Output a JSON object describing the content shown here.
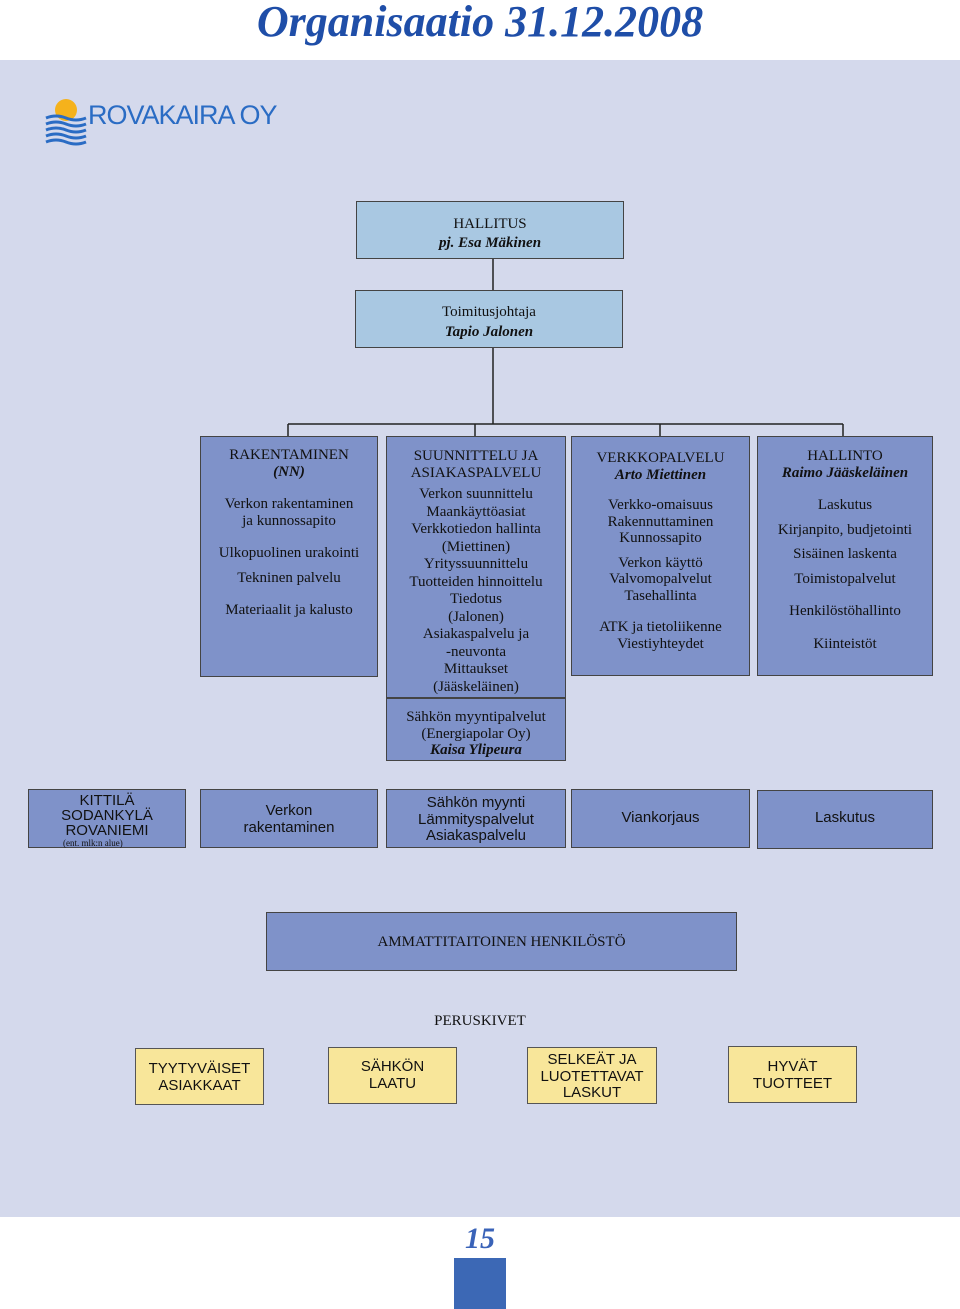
{
  "page_title": "Organisaatio 31.12.2008",
  "logo": {
    "text": "ROVAKAIRA OY"
  },
  "hallitus": {
    "title": "HALLITUS",
    "person": "pj. Esa Mäkinen"
  },
  "toimitusjohtaja": {
    "title": "Toimitusjohtaja",
    "person": "Tapio Jalonen"
  },
  "departments": [
    {
      "title": "RAKENTAMINEN",
      "person": "(NN)",
      "items": [
        "Verkon rakentaminen",
        "ja kunnossapito",
        "",
        "Ulkopuolinen urakointi",
        "",
        "Tekninen palvelu",
        "",
        "Materiaalit ja kalusto"
      ]
    },
    {
      "title": "SUUNNITTELU JA",
      "title2": "ASIAKASPALVELU",
      "person": "",
      "items": [
        "Verkon suunnittelu",
        "Maankäyttöasiat",
        "Verkkotiedon hallinta",
        "(Miettinen)",
        "Yrityssuunnittelu",
        "Tuotteiden hinnoittelu",
        "Tiedotus",
        "(Jalonen)",
        "Asiakaspalvelu ja",
        "-neuvonta",
        "Mittaukset",
        "(Jääskeläinen)"
      ]
    },
    {
      "title": "VERKKOPALVELU",
      "person": "Arto Miettinen",
      "items": [
        "Verkko-omaisuus",
        "Rakennuttaminen",
        "Kunnossapito",
        "",
        "Verkon käyttö",
        "Valvomopalvelut",
        "Tasehallinta",
        "",
        "ATK ja tietoliikenne",
        "Viestiyhteydet"
      ]
    },
    {
      "title": "HALLINTO",
      "person": "Raimo Jääskeläinen",
      "items": [
        "Laskutus",
        "",
        "Kirjanpito, budjetointi",
        "",
        "Sisäinen laskenta",
        "",
        "Toimistopalvelut",
        "",
        "Henkilöstöhallinto",
        "",
        "Kiinteistöt"
      ]
    }
  ],
  "myynti": {
    "line1": "Sähkön myyntipalvelut",
    "line2": "(Energiapolar Oy)",
    "person": "Kaisa Ylipeura"
  },
  "units": {
    "u1": {
      "l1": "KITTILÄ",
      "l2": "SODANKYLÄ",
      "l3": "ROVANIEMI",
      "note": "(ent. mlk:n alue)"
    },
    "u2": {
      "l1": "Verkon",
      "l2": "rakentaminen"
    },
    "u3": {
      "l1": "Sähkön myynti",
      "l2": "Lämmityspalvelut",
      "l3": "Asiakaspalvelu"
    },
    "u4": {
      "l1": "Viankorjaus"
    },
    "u5": {
      "l1": "Laskutus"
    }
  },
  "henkilosto": "AMMATTITAITOINEN HENKILÖSTÖ",
  "peruskivet": {
    "title": "PERUSKIVET",
    "items": [
      {
        "l1": "TYYTYVÄISET",
        "l2": "ASIAKKAAT"
      },
      {
        "l1": "SÄHKÖN",
        "l2": "LAATU"
      },
      {
        "l1": "SELKEÄT JA",
        "l2": "LUOTETTAVAT",
        "l3": "LASKUT"
      },
      {
        "l1": "HYVÄT",
        "l2": "TUOTTEET"
      }
    ]
  },
  "page_number": "15",
  "colors": {
    "title": "#1f4ea8",
    "panel": "#d4d9ec",
    "box_blue": "#7f92c9",
    "box_light": "#a9c8e2",
    "box_yellow": "#f8e69a"
  }
}
